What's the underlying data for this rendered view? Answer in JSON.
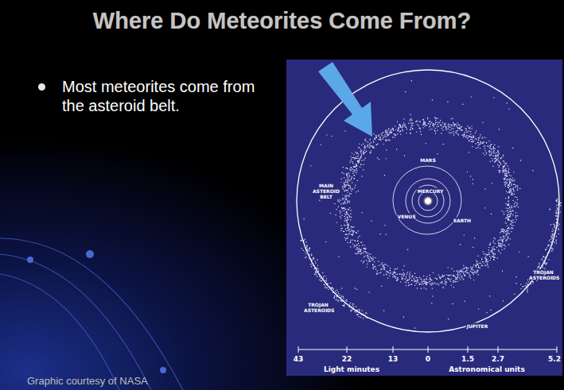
{
  "diagram": {
    "title": "Where Do Meteorites Come From?",
    "labels": [
      "Most meteorites come from the asteroid belt.",
      "MARS",
      "MERCURY",
      "MAIN ASTEROID BELT",
      "VENUS",
      "EARTH",
      "TROJAN ASTEROIDS",
      "TROJAN ASTEROIDS",
      "JUPITER",
      "43",
      "22",
      "13",
      "0",
      "1.5",
      "2.7",
      "5.2",
      "Light minutes",
      "Astronomical units",
      "Graphic courtesy of NASA"
    ]
  }
}
